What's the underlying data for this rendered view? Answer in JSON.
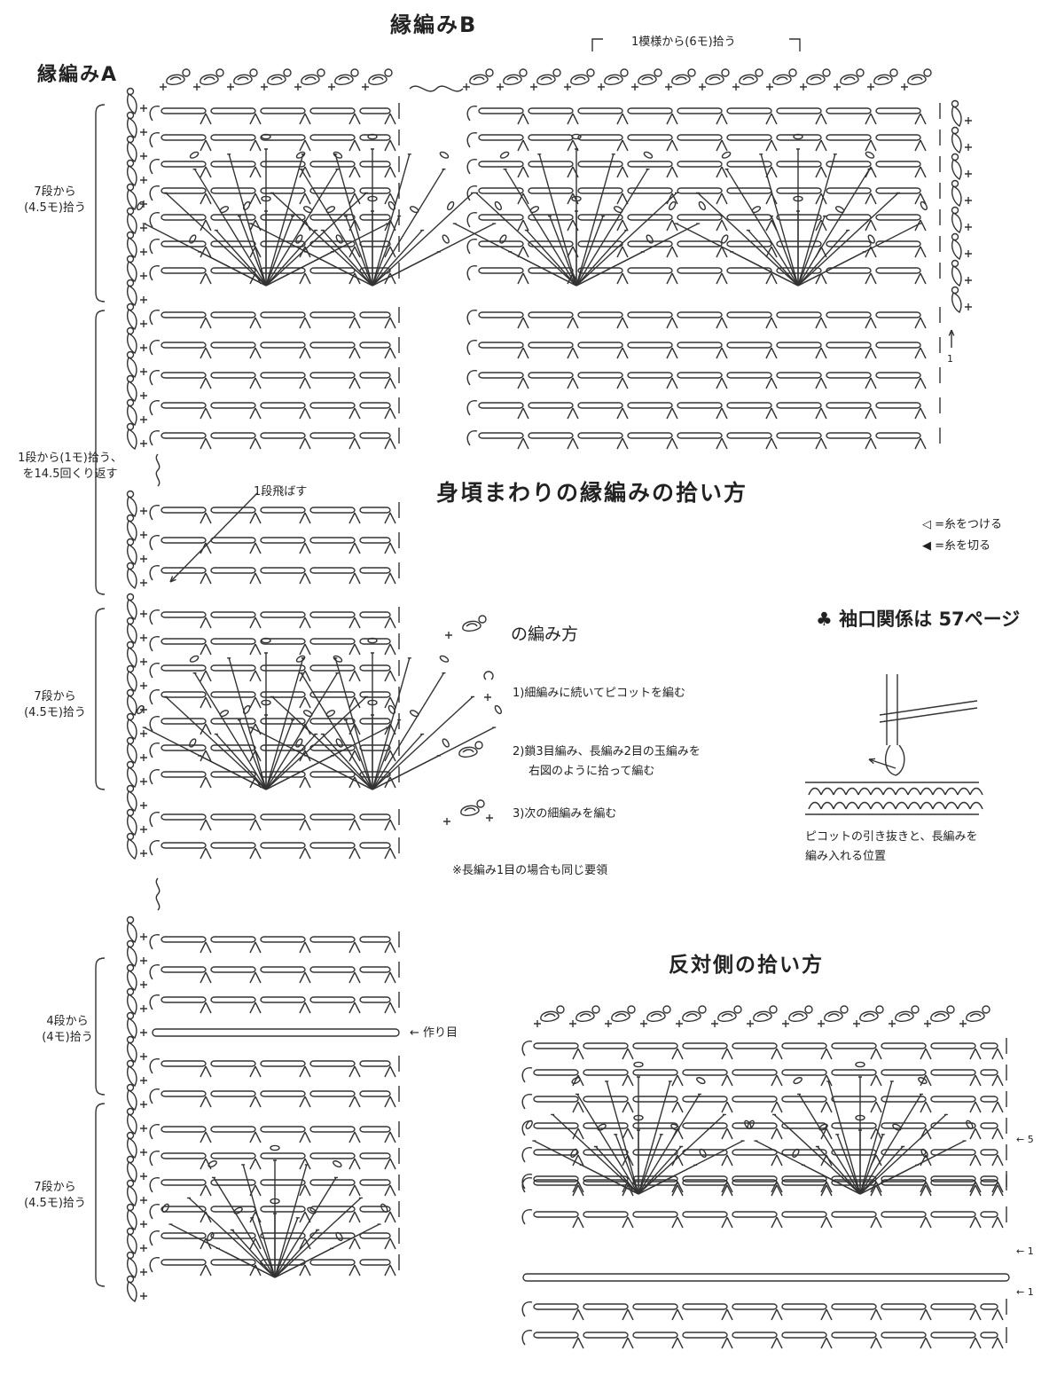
{
  "titles": {
    "edging_b": "縁編みB",
    "edging_a": "縁編みA",
    "main": "身頃まわりの縁編みの拾い方",
    "opposite": "反対側の拾い方"
  },
  "labels": {
    "one_pattern": "1模様から(6モ)拾う",
    "pick7_a_line1": "7段から",
    "pick7_a_line2": "(4.5モ)拾う",
    "repeat_line1": "1段から(1モ)拾う、",
    "repeat_line2": "を14.5回くり返す",
    "skip": "1段飛ばす",
    "pick7_b_line1": "7段から",
    "pick7_b_line2": "(4.5モ)拾う",
    "pick4_line1": "4段から",
    "pick4_line2": "(4モ)拾う",
    "foundation": "← 作り目",
    "pick7_c_line1": "7段から",
    "pick7_c_line2": "(4.5モ)拾う",
    "row_one": "1",
    "row_five": "← 5",
    "row_one_b": "← 1",
    "row_one_c": "← 1"
  },
  "legend": {
    "attach": "◁ =糸をつける",
    "cut": "◀ =糸を切る",
    "sleeve": "♣ 袖口関係は 57ページ"
  },
  "howto": {
    "title": "の編み方",
    "step1": "1)細編みに続いてピコットを編む",
    "step2a": "2)鎖3目編み、長編み2目の玉編みを",
    "step2b": "右図のように拾って編む",
    "step3": "3)次の細編みを編む",
    "note": "※長編み1目の場合も同じ要領"
  },
  "illustration": {
    "caption1": "ピコットの引き抜きと、長編みを",
    "caption2": "編み入れる位置"
  }
}
